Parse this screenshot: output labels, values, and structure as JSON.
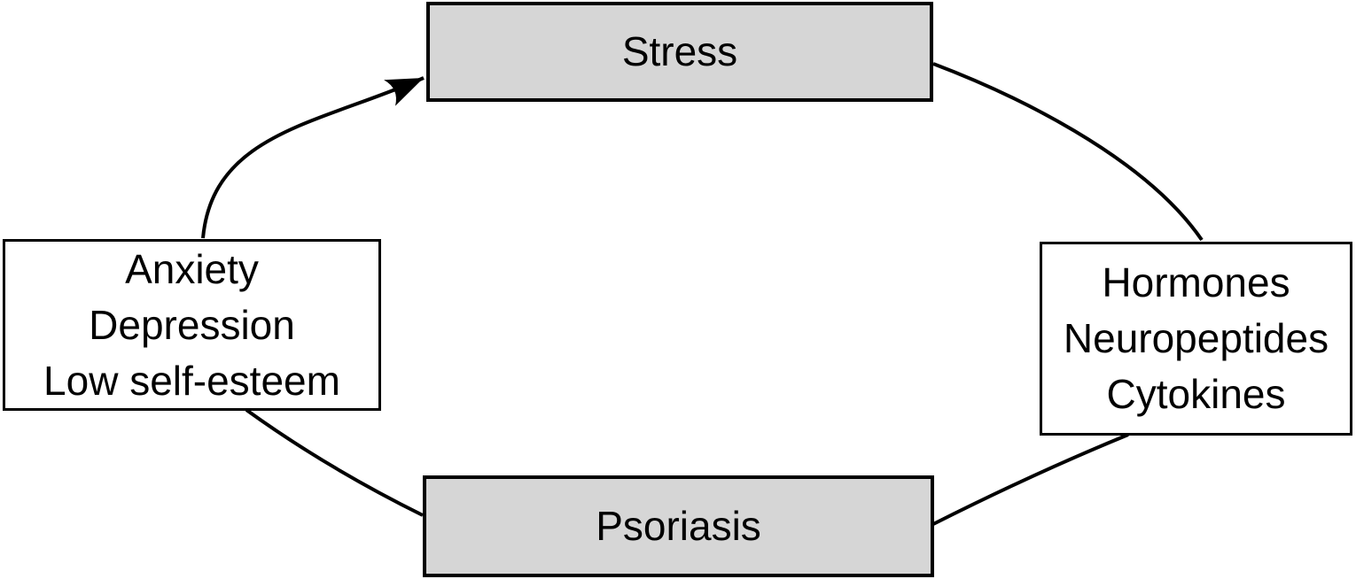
{
  "diagram": {
    "type": "cycle",
    "nodes": {
      "stress": {
        "label": "Stress",
        "shaded": true
      },
      "psychological": {
        "line1": "Anxiety",
        "line2": "Depression",
        "line3": "Low self-esteem",
        "shaded": false
      },
      "mediators": {
        "line1": "Hormones",
        "line2": "Neuropeptides",
        "line3": "Cytokines",
        "shaded": false
      },
      "psoriasis": {
        "label": "Psoriasis",
        "shaded": true
      }
    },
    "edges": [
      {
        "from": "psychological",
        "to": "stress",
        "arrowhead": "filled-triangle"
      },
      {
        "from": "stress",
        "to": "mediators",
        "arrowhead": "none"
      },
      {
        "from": "mediators",
        "to": "psoriasis",
        "arrowhead": "none"
      },
      {
        "from": "psychological",
        "to": "psoriasis",
        "arrowhead": "none"
      }
    ],
    "colors": {
      "shaded_node_fill": "#d6d6d6",
      "plain_node_fill": "#ffffff",
      "stroke": "#000000",
      "background": "#ffffff"
    }
  }
}
